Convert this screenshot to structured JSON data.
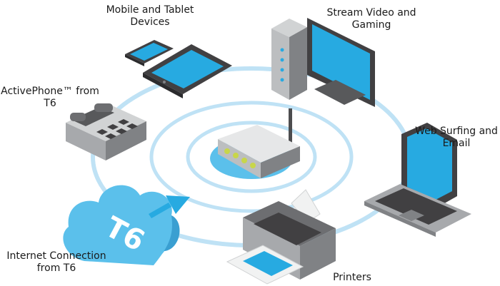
{
  "labels": {
    "mobile": [
      "Mobile and Tablet",
      "Devices"
    ],
    "stream": [
      "Stream Video and",
      "Gaming"
    ],
    "activephone": [
      "ActivePhone™ from",
      "T6"
    ],
    "web": [
      "Web Surfing and",
      "Email"
    ],
    "internet": [
      "Internet Connection",
      "from T6"
    ],
    "printers": [
      "Printers"
    ]
  },
  "cloud_logo": "T6",
  "colors": {
    "ring": "#bfe2f5",
    "accent_blue": "#27aae1",
    "cloud": "#5bc0eb",
    "router_light": "#c8d64a",
    "device_gray": "#a7a9ac",
    "device_dark": "#4d4d4f"
  }
}
